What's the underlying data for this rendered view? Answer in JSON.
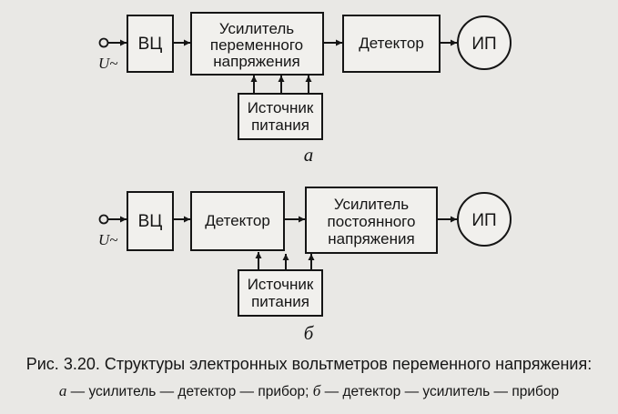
{
  "diagram_a": {
    "input_label": "U~",
    "vc": "ВЦ",
    "amp_ac": [
      "Усилитель",
      "переменного",
      "напряжения"
    ],
    "detector": "Детектор",
    "meter": "ИП",
    "power": [
      "Источник",
      "питания"
    ],
    "sublabel": "а"
  },
  "diagram_b": {
    "input_label": "U~",
    "vc": "ВЦ",
    "detector": "Детектор",
    "amp_dc": [
      "Усилитель",
      "постоянного",
      "напряжения"
    ],
    "meter": "ИП",
    "power": [
      "Источник",
      "питания"
    ],
    "sublabel": "б"
  },
  "caption": {
    "title": "Рис. 3.20. Структуры электронных вольтметров переменного напряжения:",
    "a_letter": "а",
    "a_text": " — усилитель — детектор — прибор; ",
    "b_letter": "б",
    "b_text": " — детектор — усилитель — прибор"
  }
}
